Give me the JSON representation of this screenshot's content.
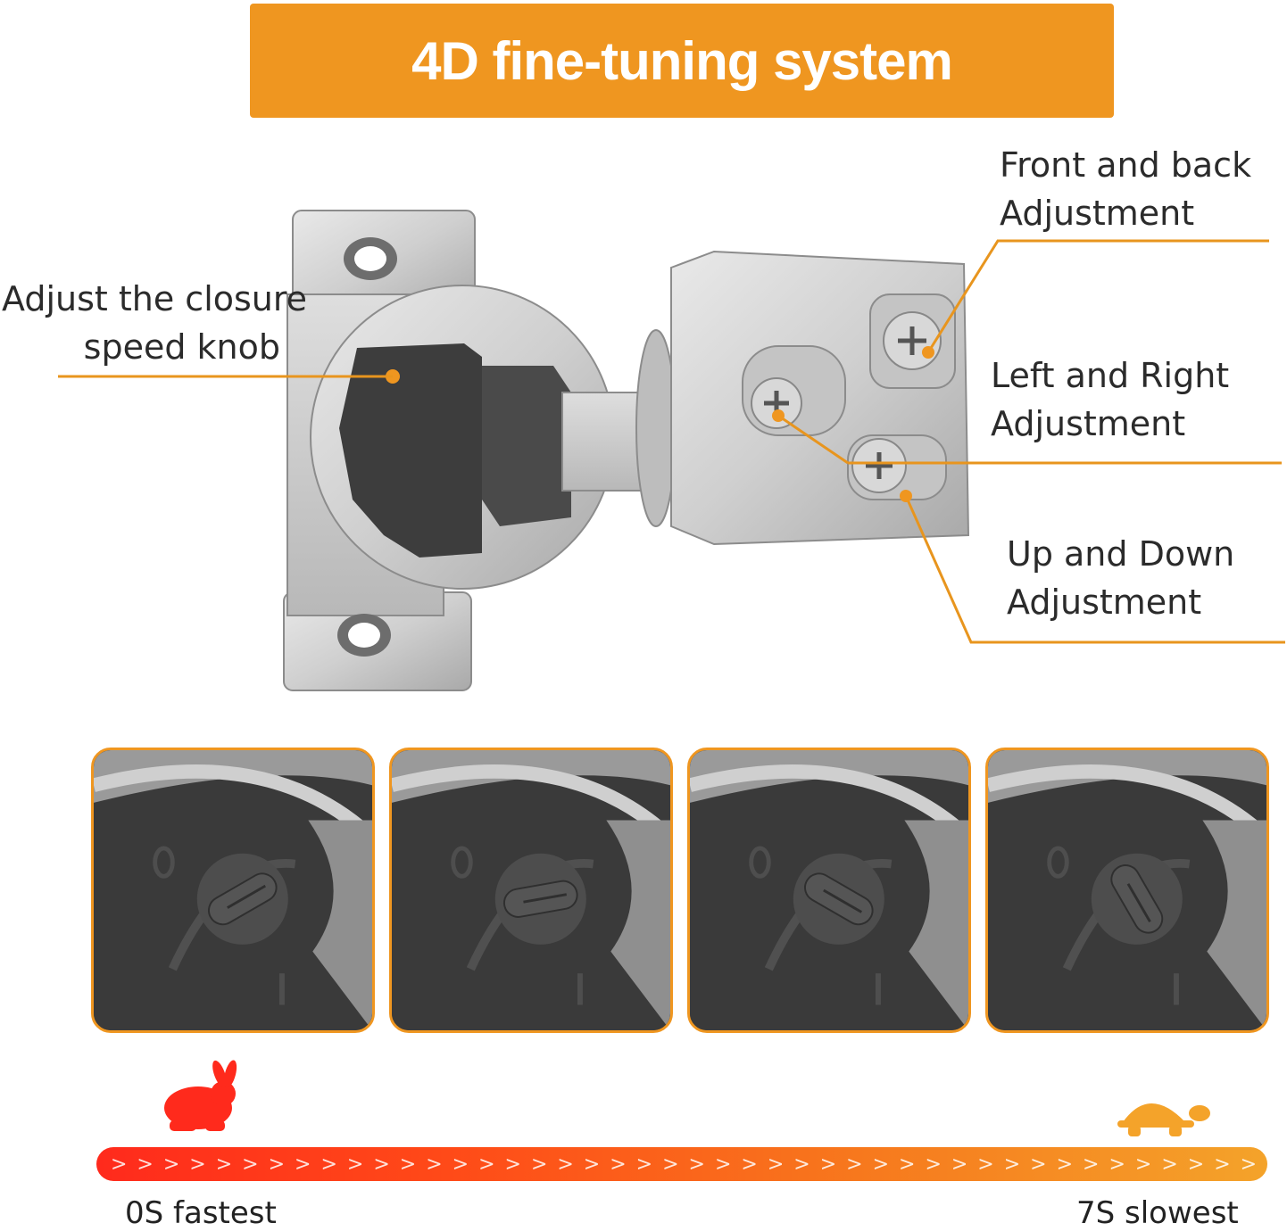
{
  "banner": {
    "title": "4D fine-tuning system"
  },
  "callouts": {
    "closure_speed": {
      "line1": "Adjust the closure",
      "line2": "speed knob"
    },
    "front_back": {
      "line1": "Front and back",
      "line2": "Adjustment"
    },
    "left_right": {
      "line1": "Left and Right",
      "line2": "Adjustment"
    },
    "up_down": {
      "line1": "Up and Down",
      "line2": "Adjustment"
    }
  },
  "speed_scale": {
    "fastest_label": "0S fastest",
    "slowest_label": "7S slowest",
    "fast_icon": "rabbit-icon",
    "slow_icon": "turtle-icon",
    "chevron_glyph": ">"
  },
  "knob_panels": [
    {
      "id": "knob-position-1",
      "dial_angle": -30
    },
    {
      "id": "knob-position-2",
      "dial_angle": -10
    },
    {
      "id": "knob-position-3",
      "dial_angle": 30
    },
    {
      "id": "knob-position-4",
      "dial_angle": 60
    }
  ],
  "colors": {
    "accent": "#ef9620",
    "leader_line": "#e8951e",
    "fast": "#ff2a1c",
    "slow": "#f4a32a"
  }
}
